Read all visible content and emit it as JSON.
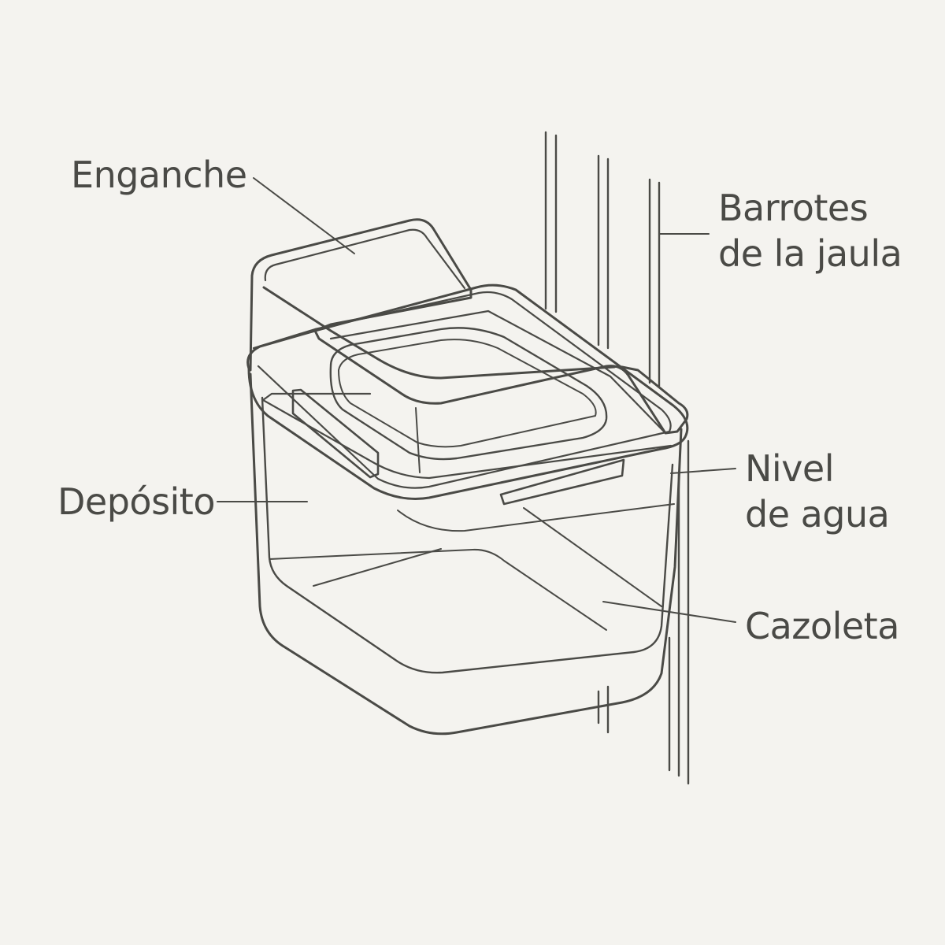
{
  "colors": {
    "background": "#f4f3ef",
    "stroke": "#4a4a46",
    "stroke_light": "#7c7b76",
    "text": "#4a4a46"
  },
  "labels": {
    "hook": "Enganche",
    "bars_line1": "Barrotes",
    "bars_line2": "de la jaula",
    "tank": "Depósito",
    "water_line1": "Nivel",
    "water_line2": "de agua",
    "bowl": "Cazoleta"
  }
}
